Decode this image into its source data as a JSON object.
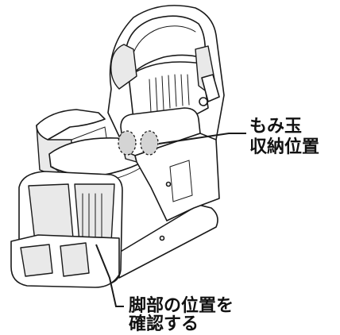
{
  "callouts": {
    "storage": {
      "line1": "もみ玉",
      "line2": "収納位置"
    },
    "leg": {
      "line1": "脚部の位置を",
      "line2": "確認する"
    }
  }
}
